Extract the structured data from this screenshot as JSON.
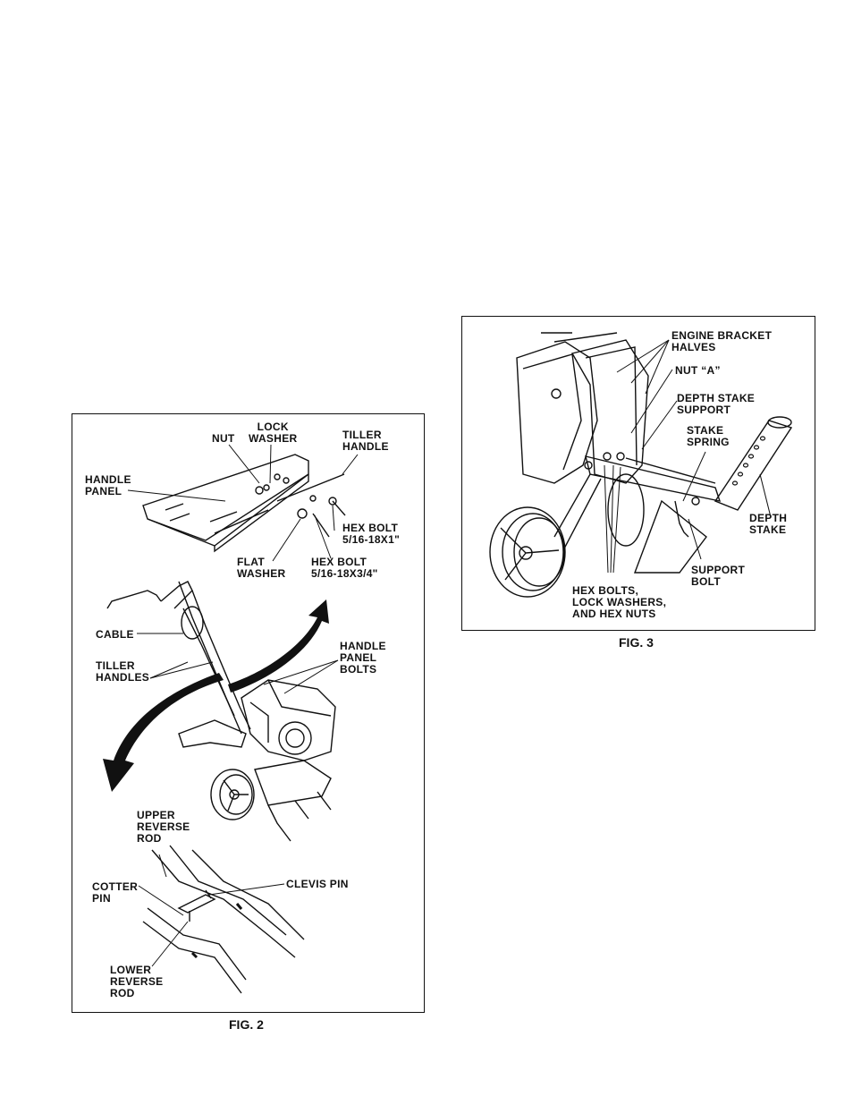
{
  "fig2": {
    "caption": "FIG. 2",
    "labels": {
      "nut": "NUT",
      "lock_washer": "LOCK\nWASHER",
      "tiller_handle": "TILLER\nHANDLE",
      "handle_panel": "HANDLE\nPANEL",
      "hex_bolt_1": "HEX BOLT\n5/16-18X1\"",
      "flat_washer": "FLAT\nWASHER",
      "hex_bolt_2": "HEX BOLT\n5/16-18X3/4\"",
      "cable": "CABLE",
      "tiller_handles": "TILLER\nHANDLES",
      "handle_panel_bolts": "HANDLE\nPANEL\nBOLTS",
      "upper_reverse_rod": "UPPER\nREVERSE\nROD",
      "cotter_pin": "COTTER\nPIN",
      "clevis_pin": "CLEVIS PIN",
      "lower_reverse_rod": "LOWER\nREVERSE\nROD"
    }
  },
  "fig3": {
    "caption": "FIG. 3",
    "labels": {
      "engine_bracket_halves": "ENGINE BRACKET\nHALVES",
      "nut_a": "NUT “A”",
      "depth_stake_support": "DEPTH STAKE\nSUPPORT",
      "stake_spring": "STAKE\nSPRING",
      "depth_stake": "DEPTH\nSTAKE",
      "support_bolt": "SUPPORT\nBOLT",
      "hex_bolts": "HEX BOLTS,\nLOCK WASHERS,\nAND HEX NUTS"
    }
  }
}
